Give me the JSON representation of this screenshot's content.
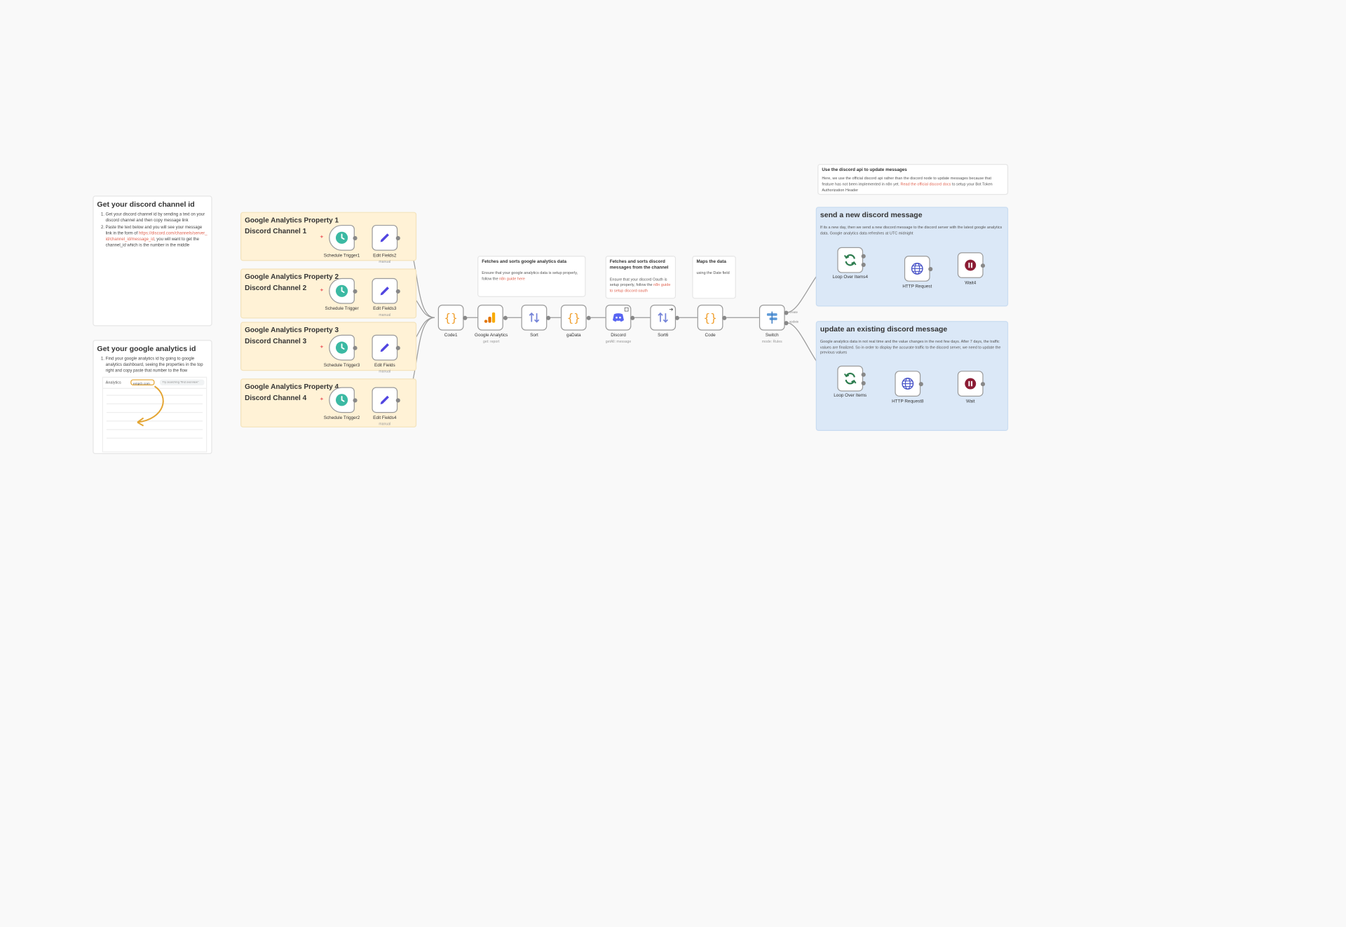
{
  "notes": {
    "discord_channel": {
      "title": "Get your discord channel id",
      "steps": [
        "Get your discord channel id by sending a text on your discord channel and then copy message link",
        "Paste the text below and you will see your message link in the form of "
      ],
      "link_text": "https://discord.com/channels/server_id/channel_id/message_id",
      "suffix": ", you will want to get the channel_id which is the number in the middle"
    },
    "ga_id": {
      "title": "Get your google analytics id",
      "steps": [
        "Find your google analytics id by going to google analytics dashboard, seeing the properties in the top right and copy paste that number to the flow"
      ],
      "mock": {
        "product": "Analytics",
        "property_value": "empO.com",
        "search_placeholder": "Try searching \"find overview\""
      }
    },
    "fetch_sort": {
      "title": "Fetches and sorts google analytics data",
      "body": "Ensure that your google analytics data is setup properly, follow the ",
      "link": "n8n guide here"
    },
    "discord_fetch": {
      "title": "Fetches and sorts discord messages from the channel",
      "body": "Ensure that your discord Oauth is setup properly, follow the ",
      "link": "n8n guide to setup discord oauth"
    },
    "maps": {
      "title": "Maps the data",
      "body": "using the Date field"
    },
    "discord_api": {
      "title": "Use the discord api to update messages",
      "body": "Here, we use the official discord api rather than the discord node to update messages because that feature has not been implemented in n8n yet. ",
      "link": "Read the official discord docs",
      "suffix": " to setup your Bot Token Authorization Header"
    }
  },
  "groups": [
    {
      "line1": "Google Analytics Property 1",
      "line2": "Discord Channel 1"
    },
    {
      "line1": "Google Analytics Property 2",
      "line2": "Discord Channel 2"
    },
    {
      "line1": "Google Analytics Property 3",
      "line2": "Discord Channel 3"
    },
    {
      "line1": "Google Analytics Property 4",
      "line2": "Discord Channel 4"
    }
  ],
  "sections": {
    "send": {
      "title": "send a new discord message",
      "body": "If its a new day, then we send a new discord message to the discord server with the latest google analytics data. Google analytics data refreshes at UTC midnight"
    },
    "update": {
      "title": "update an existing discord message",
      "body": "Google analytics data in not real time and the value changes in the next few days. After 7 days, the traffic values are finalized. So in order to display the accurate traffic to the discord server, we need to update the previous values"
    }
  },
  "nodes": {
    "st1": {
      "label": "Schedule Trigger1"
    },
    "st": {
      "label": "Schedule Trigger"
    },
    "st3": {
      "label": "Schedule Trigger3"
    },
    "st2": {
      "label": "Schedule Trigger2"
    },
    "ef2": {
      "label": "Edit Fields2",
      "sub": "manual"
    },
    "ef3": {
      "label": "Edit Fields3",
      "sub": "manual"
    },
    "ef": {
      "label": "Edit Fields",
      "sub": "manual"
    },
    "ef4": {
      "label": "Edit Fields4",
      "sub": "manual"
    },
    "code1": {
      "label": "Code1"
    },
    "ga": {
      "label": "Google Analytics",
      "sub": "get: report"
    },
    "sort": {
      "label": "Sort"
    },
    "gadata": {
      "label": "gaData"
    },
    "discord": {
      "label": "Discord",
      "sub": "getAll: message"
    },
    "sort6": {
      "label": "Sort6"
    },
    "code": {
      "label": "Code"
    },
    "switch": {
      "label": "Switch",
      "sub": "mode: Rules"
    },
    "loop4": {
      "label": "Loop Over Items4"
    },
    "http": {
      "label": "HTTP Request"
    },
    "wait4": {
      "label": "Wait4"
    },
    "loop": {
      "label": "Loop Over Items"
    },
    "http8": {
      "label": "HTTP Request8"
    },
    "wait": {
      "label": "Wait"
    }
  },
  "switch_outputs": [
    "create",
    "update"
  ],
  "colors": {
    "canvas": "#f9f9f9",
    "sticky_yellow": "#fff2d6",
    "sticky_blue": "#dbe8f7",
    "clock": "#3bb9a3",
    "pencil": "#5145e0",
    "code_braces": "#f0a030",
    "ga_orange": "#f9ab00",
    "discord": "#5865f2",
    "loop_green": "#2e7d4f",
    "globe": "#4a55c8",
    "wait": "#8b1c34",
    "link": "#e0624f"
  }
}
